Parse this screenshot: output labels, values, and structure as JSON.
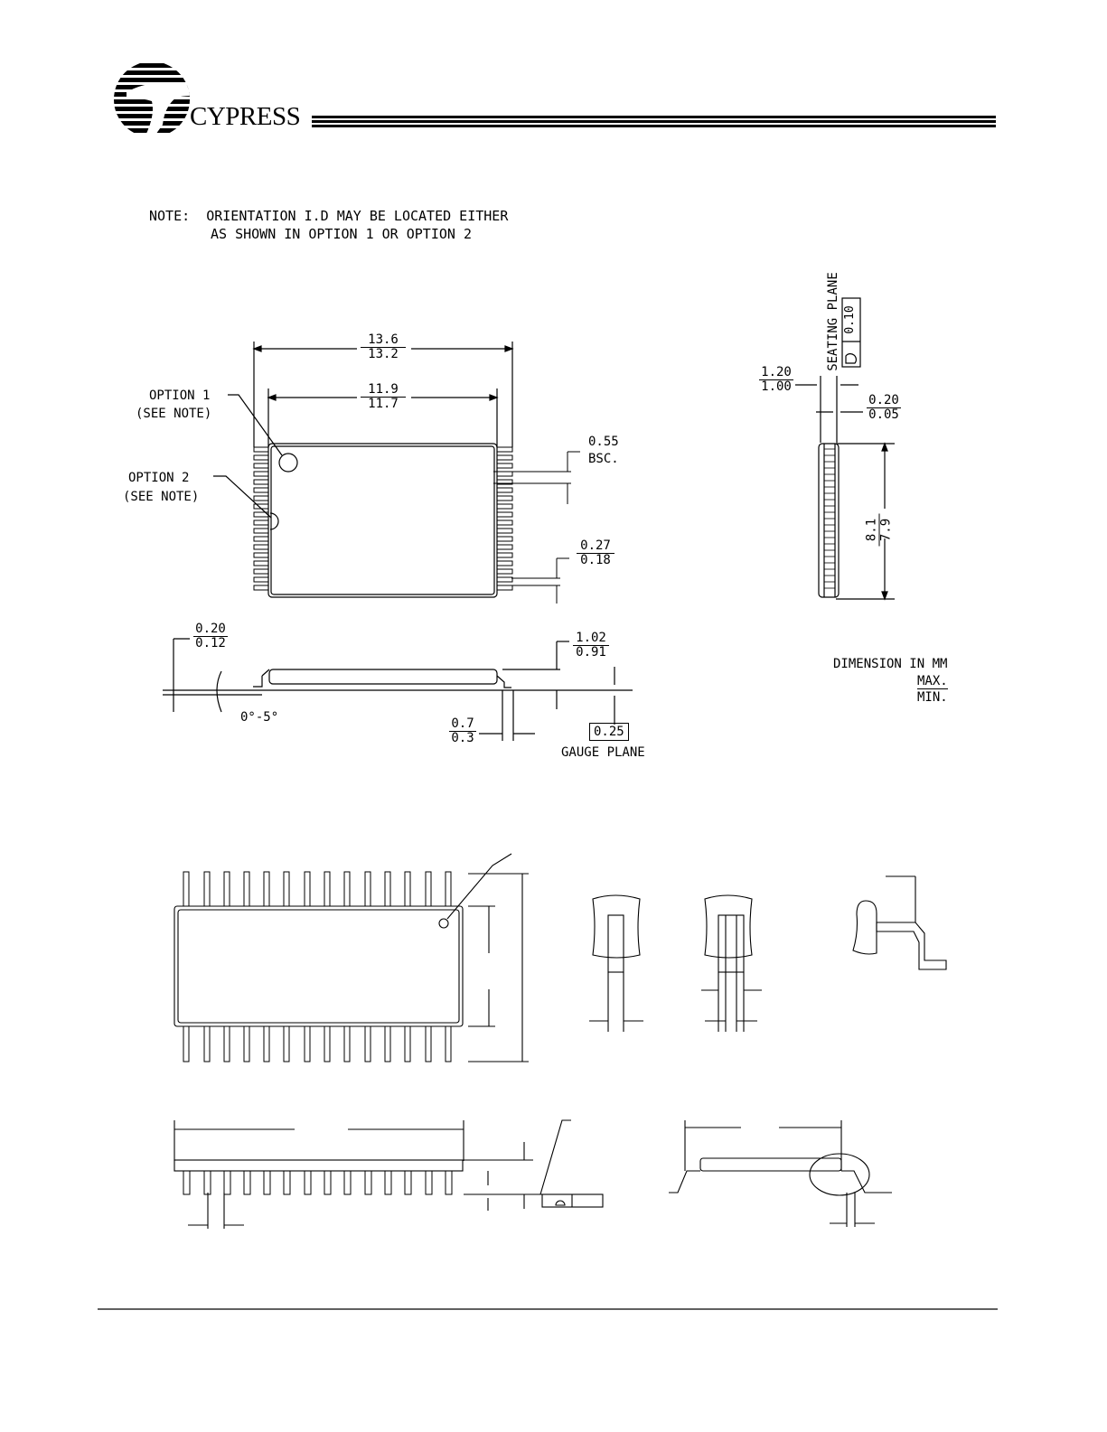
{
  "header": {
    "company": "CYPRESS"
  },
  "note": {
    "line1": "NOTE:  ORIENTATION I.D MAY BE LOCATED EITHER",
    "line2": "AS SHOWN IN OPTION 1 OR OPTION 2"
  },
  "top_view": {
    "overall_len_max": "13.6",
    "overall_len_min": "13.2",
    "body_len_max": "11.9",
    "body_len_min": "11.7",
    "option1": "OPTION 1",
    "option2": "OPTION 2",
    "see_note": "(SEE NOTE)",
    "pitch": "0.55",
    "pitch_bsc": "BSC.",
    "lead_w_max": "0.27",
    "lead_w_min": "0.18"
  },
  "end_view": {
    "seating_plane": "SEATING PLANE",
    "coplanarity": "0.10",
    "height_max": "1.20",
    "height_min": "1.00",
    "standoff_max": "0.20",
    "standoff_min": "0.05",
    "width_max": "8.1",
    "width_min": "7.9"
  },
  "side_view": {
    "thick_max": "0.20",
    "thick_min": "0.12",
    "angle": "0°-5°",
    "body_h_max": "1.02",
    "body_h_min": "0.91",
    "foot_max": "0.7",
    "foot_min": "0.3",
    "gauge": "0.25",
    "gauge_label": "GAUGE PLANE"
  },
  "legend": {
    "line1": "DIMENSION IN MM",
    "max": "MAX.",
    "min": "MIN."
  }
}
